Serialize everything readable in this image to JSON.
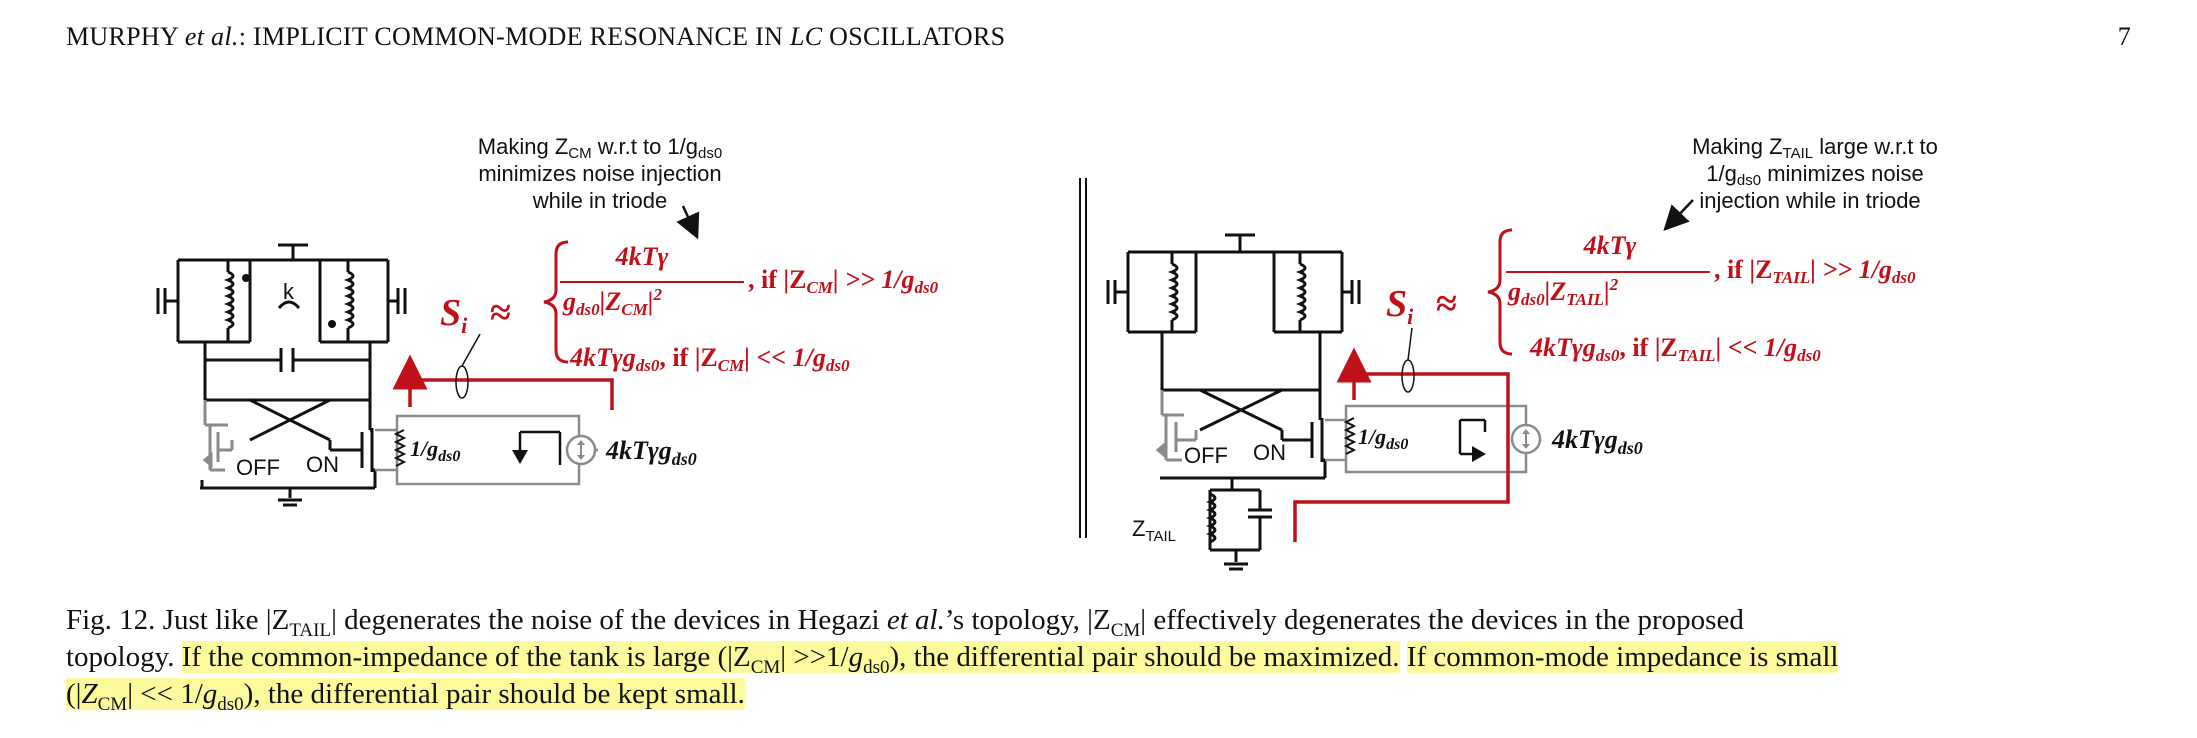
{
  "header": {
    "title_part1": "MURPHY ",
    "title_etal": "et al.",
    "title_part2": ": IMPLICIT COMMON-MODE RESONANCE IN ",
    "title_lc": "LC",
    "title_part3": " OSCILLATORS",
    "page_number": "7"
  },
  "figure": {
    "left": {
      "note_line1": "Making Z",
      "note_sub1": "CM",
      "note_line1b": " w.r.t to 1/g",
      "note_sub1b": "ds0",
      "note_line2": "minimizes noise injection",
      "note_line3": "while in triode",
      "coupling_label": "k",
      "off_label": "OFF",
      "on_label": "ON",
      "gds_label": "1/g",
      "gds_sub": "ds0",
      "source_label": "4kTγg",
      "source_sub": "ds0",
      "formula_S": "S",
      "formula_i": "i",
      "formula_approx": "≈",
      "case1_num": "4kTγ",
      "case1_den_a": "g",
      "case1_den_sub": "ds0",
      "case1_den_b": "|Z",
      "case1_den_sub2": "CM",
      "case1_den_c": "|",
      "case1_den_exp": "2",
      "case1_cond_a": ",  if |Z",
      "case1_cond_sub": "CM",
      "case1_cond_b": "| >> 1/g",
      "case1_cond_sub2": "ds0",
      "case2_a": "4kTγg",
      "case2_sub": "ds0",
      "case2_b": ",  if |Z",
      "case2_sub2": "CM",
      "case2_c": "| << 1/g",
      "case2_sub3": "ds0"
    },
    "right": {
      "note_line1": "Making Z",
      "note_sub1": "TAIL",
      "note_line1b": " large w.r.t to",
      "note_line2a": "1/g",
      "note_sub2": "ds0",
      "note_line2b": " minimizes noise",
      "note_line3": "injection while in triode",
      "off_label": "OFF",
      "on_label": "ON",
      "gds_label": "1/g",
      "gds_sub": "ds0",
      "source_label": "4kTγg",
      "source_sub": "ds0",
      "ztail_label": "Z",
      "ztail_sub": "TAIL",
      "formula_S": "S",
      "formula_i": "i",
      "formula_approx": "≈",
      "case1_num": "4kTγ",
      "case1_den_a": "g",
      "case1_den_sub": "ds0",
      "case1_den_b": "|Z",
      "case1_den_sub2": "TAIL",
      "case1_den_c": "|",
      "case1_den_exp": "2",
      "case1_cond_a": ",  if |Z",
      "case1_cond_sub": "TAIL",
      "case1_cond_b": "| >> 1/g",
      "case1_cond_sub2": "ds0",
      "case2_a": "4kTγg",
      "case2_sub": "ds0",
      "case2_b": ",  if |Z",
      "case2_sub2": "TAIL",
      "case2_c": "| << 1/g",
      "case2_sub3": "ds0"
    }
  },
  "caption": {
    "fig_label": "Fig. 12.",
    "l1_a": "  Just like |Z",
    "l1_sub1": "TAIL",
    "l1_b": "| degenerates the noise of the devices in Hegazi ",
    "l1_etal": "et al.",
    "l1_c": "’s topology, |Z",
    "l1_sub2": "CM",
    "l1_d": "| effectively degenerates the devices in the proposed",
    "l2_a": "topology. ",
    "l2_hl_a": "If the common-impedance of the tank is large (|Z",
    "l2_sub1": "CM",
    "l2_hl_b": "| >>1/",
    "l2_g": "g",
    "l2_sub2": "ds0",
    "l2_hl_c": "), the differential pair should be maximized.",
    "l2_hl2": "If common-mode impedance is small",
    "l3_hl_a": "(|",
    "l3_z": "Z",
    "l3_sub1": "CM",
    "l3_hl_b": "| << 1/",
    "l3_g": "g",
    "l3_sub2": "ds0",
    "l3_hl_c": "), the differential pair should be kept small."
  },
  "colors": {
    "red": "#c0111a",
    "gray": "#8a8a8a",
    "black": "#111111",
    "highlight": "#fdfa9e"
  }
}
